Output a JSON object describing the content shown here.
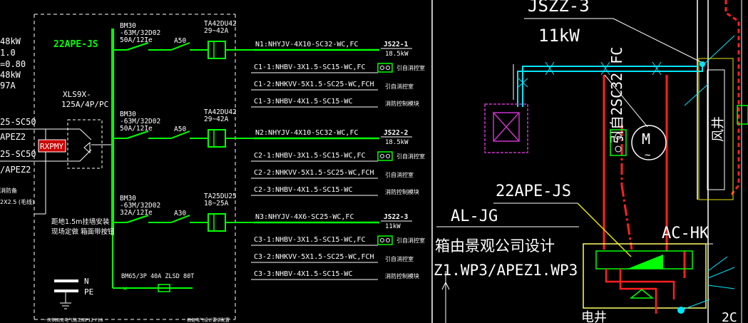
{
  "colors": {
    "background": "#000000",
    "bus_green": "#00ff00",
    "text_white": "#ffffff",
    "cable_red": "#ff2020",
    "highlight_cyan": "#00e5ff",
    "duct_magenta": "#cc33cc",
    "frame_yellow": "#e6e600",
    "panel_yellow": "#ffff66",
    "ground_blue": "#3a6bff"
  },
  "left_panel": {
    "clipped_params": [
      "48kW",
      "1.0",
      "=0.80",
      "48kW",
      "97A"
    ],
    "incoming_cables": [
      "25-SC50",
      "APEZ2",
      "25-SC50",
      "/APEZ2"
    ],
    "clipped_notes": [
      "消防备",
      "2X2.5 (毛线)"
    ],
    "panel_name": "22APE-JS",
    "ats_model": "XLS9X-",
    "ats_rating": "125A/4P/PC",
    "ats_tag": "RXPMY",
    "circuits": [
      {
        "breaker_model": "BM30",
        "breaker_type": "-63M/32D02",
        "breaker_setting": "50A/12Ie",
        "contactor": "A50",
        "relay_model": "TA42DU42",
        "relay_range": "29~42A",
        "feeder": "N1:NHYJV-4X10-SC32-WC,FC",
        "load_name": "JS22-1",
        "load_power": "18.5kW",
        "controls": [
          {
            "cable": "C1-1:NHBV-3X1.5-SC15-WC,FC",
            "dest": "引自消控室"
          },
          {
            "cable": "C1-2:NHKVV-5X1.5-SC25-WC,FCH",
            "dest": "引自消控室"
          },
          {
            "cable": "C1-3:NHBV-4X1.5-SC15-WC",
            "dest": "消防控制模块"
          }
        ]
      },
      {
        "breaker_model": "BM30",
        "breaker_type": "-63M/32D02",
        "breaker_setting": "50A/12Ie",
        "contactor": "A50",
        "relay_model": "TA42DU42",
        "relay_range": "29~42A",
        "feeder": "N2:NHYJV-4X10-SC32-WC,FC",
        "load_name": "JS22-2",
        "load_power": "18.5kW",
        "controls": [
          {
            "cable": "C2-1:NHBV-3X1.5-SC15-WC,FC",
            "dest": "引自消控室"
          },
          {
            "cable": "C2-2:NHKVV-5X1.5-SC25-WC,FCH",
            "dest": "引自消控室"
          },
          {
            "cable": "C2-3:NHBV-4X1.5-SC15-WC",
            "dest": "消防控制模块"
          }
        ]
      },
      {
        "breaker_model": "BM30",
        "breaker_type": "-63M/32D02",
        "breaker_setting": "32A/12Ie",
        "contactor": "A30",
        "relay_model": "TA25DU25",
        "relay_range": "18~25A",
        "feeder": "N3:NHYJV-4X6-SC25-WC,FC",
        "load_name": "JS22-3",
        "load_power": "11kW",
        "controls": [
          {
            "cable": "C3-1:NHBV-3X1.5-SC15-WC,FC",
            "dest": "引自消控室"
          },
          {
            "cable": "C3-2:NHKVV-5X1.5-SC25-WC,FCH",
            "dest": "引自消控室"
          },
          {
            "cable": "C3-3:NHBV-4X1.5-SC15-WC",
            "dest": "消防控制模块"
          }
        ]
      }
    ],
    "install_note_1": "距地1.5m挂墙安装",
    "install_note_2": "现场定做 箱面带按钮",
    "spare_breaker": "BM65/3P 40A ZLSD 80T",
    "n_label": "N",
    "pe_label": "PE",
    "bottom_note_1": "一次侧图见电气施工图P12 P18",
    "bottom_note_2": "根据电气设计要求配置"
  },
  "right_panel": {
    "top_label": "JSZZ-3",
    "power_label": "11kW",
    "cable_vertical": "引自2SC32 FC",
    "motor_symbol": "M",
    "motor_tilde": "~",
    "shaft_label": "风井",
    "panel_label": "22APE-JS",
    "al_label": "AL-JG",
    "ac_label": "AC-HK",
    "design_note": "箱由景观公司设计",
    "feed_label": "Z1.WP3/APEZ1.WP3",
    "bottom_clip_1": "电井",
    "bottom_clip_2": "2C"
  }
}
